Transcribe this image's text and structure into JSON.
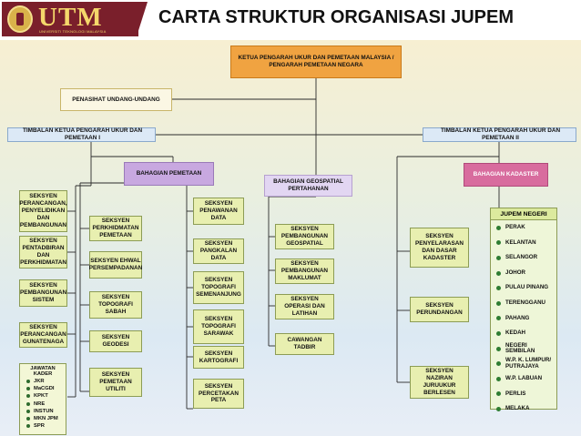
{
  "header": {
    "logo": {
      "word": "UTM",
      "tagline": "UNIVERSITI TEKNOLOGI MALAYSIA"
    },
    "title": "CARTA STRUKTUR ORGANISASI JUPEM"
  },
  "colors": {
    "logo_maroon": "#7a1f2b",
    "logo_gold": "#f5d76b",
    "ketua_box": "#f0a341",
    "bahagian_kadaster": "#d86c9e",
    "bahagian_pemetaan": "#c8a8e0",
    "seksyen_green": "#e8efb0",
    "geospatial_box": "#e2d6f2",
    "timbalan_box": "#dce9f6"
  },
  "org": {
    "ketua": "KETUA PENGARAH UKUR DAN PEMETAAN MALAYSIA / PENGARAH PEMETAAN NEGARA",
    "penasihat": "PENASIHAT UNDANG-UNDANG",
    "timbalan_left": "TIMBALAN KETUA PENGARAH UKUR DAN PEMETAAN I",
    "timbalan_right": "TIMBALAN KETUA PENGARAH UKUR DAN PEMETAAN II",
    "bahagian_pemetaan": "BAHAGIAN PEMETAAN",
    "bahagian_geospatial": "BAHAGIAN GEOSPATIAL PERTAHANAN",
    "bahagian_kadaster": "BAHAGIAN KADASTER",
    "col1": [
      "SEKSYEN PERANCANGAN, PENYELIDIKAN DAN PEMBANGUNAN",
      "SEKSYEN PENTADBIRAN DAN PERKHIDMATAN",
      "SEKSYEN PEMBANGUNAN SISTEM",
      "SEKSYEN PERANCANGAN GUNATENAGA"
    ],
    "jawatan_kader": {
      "title": "JAWATAN KADER",
      "items": [
        "JKR",
        "MaCGDI",
        "KPKT",
        "NRE",
        "INSTUN",
        "MKN JPM",
        "SPR"
      ]
    },
    "col2": [
      "SEKSYEN PERKHIDMATAN PEMETAAN",
      "SEKSYEN EHWAL PERSEMPADANAN",
      "SEKSYEN TOPOGRAFI SABAH",
      "SEKSYEN GEODESI",
      "SEKSYEN PEMETAAN UTILITI"
    ],
    "col3": [
      "SEKSYEN PENAWANAN DATA",
      "SEKSYEN PANGKALAN DATA",
      "SEKSYEN TOPOGRAFI SEMENANJUNG",
      "SEKSYEN TOPOGRAFI SARAWAK",
      "SEKSYEN KARTOGRAFI",
      "SEKSYEN PERCETAKAN PETA"
    ],
    "col4": [
      "SEKSYEN PEMBANGUNAN GEOSPATIAL",
      "SEKSYEN PEMBANGUNAN MAKLUMAT",
      "SEKSYEN OPERASI DAN LATIHAN",
      "CAWANGAN TADBIR"
    ],
    "col5": [
      "SEKSYEN PENYELARASAN DAN DASAR KADASTER",
      "SEKSYEN PERUNDANGAN",
      "SEKSYEN NAZIRAN JURUUKUR BERLESEN"
    ],
    "jupem_negeri": {
      "title": "JUPEM NEGERI",
      "items": [
        "PERAK",
        "KELANTAN",
        "SELANGOR",
        "JOHOR",
        "PULAU PINANG",
        "TERENGGANU",
        "PAHANG",
        "KEDAH",
        "NEGERI SEMBILAN",
        "W.P. K. LUMPUR/ PUTRAJAYA",
        "W.P. LABUAN",
        "PERLIS",
        "MELAKA"
      ]
    }
  }
}
